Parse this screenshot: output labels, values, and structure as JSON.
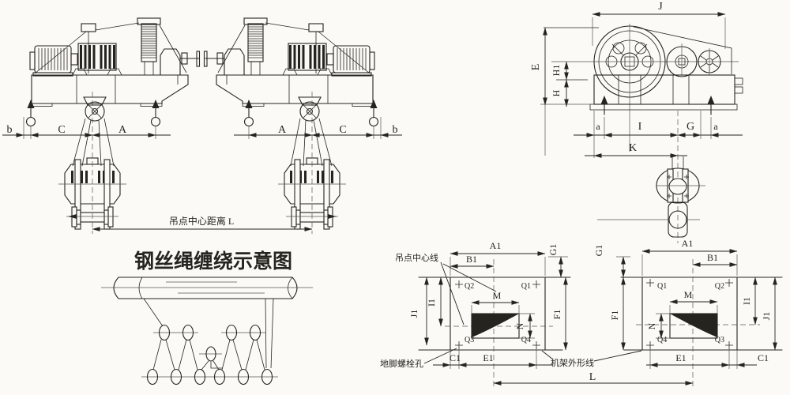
{
  "front": {
    "b": "b",
    "c": "C",
    "a": "A",
    "hook_span": "吊点中心距离 L"
  },
  "side": {
    "j": "J",
    "e": "E",
    "h1": "H1",
    "h": "H",
    "a": "a",
    "i": "I",
    "g": "G",
    "k": "K"
  },
  "reeving": {
    "title": "钢丝绳缠绕示意图"
  },
  "plan": {
    "a1": "A1",
    "b1": "B1",
    "c1": "C1",
    "e1": "E1",
    "f1": "F1",
    "g1": "G1",
    "i1": "I1",
    "j1": "J1",
    "m": "M",
    "n": "N",
    "l": "L",
    "q1": "Q1",
    "q2": "Q2",
    "q3": "Q3",
    "q4": "Q4",
    "hoist_centerline": "吊点中心线",
    "anchor_bolt": "地脚螺栓孔",
    "frame_outline": "机架外形线"
  },
  "colors": {
    "ink": "#26241f",
    "red": "#c23b2a",
    "paper": "#fbfaf7"
  }
}
